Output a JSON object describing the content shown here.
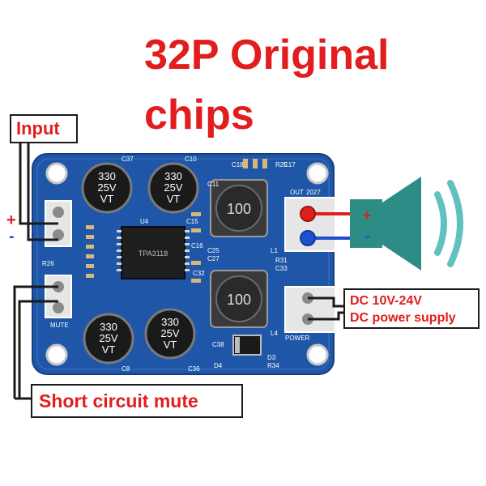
{
  "headline": {
    "line1": "32P Original",
    "line2": "chips"
  },
  "callouts": {
    "input": "Input",
    "dc_line1": "DC 10V-24V",
    "dc_line2": "DC power supply",
    "mute": "Short circuit mute"
  },
  "polarity": {
    "plus": "+",
    "minus": "-",
    "speaker_plus": "+",
    "speaker_minus": "-"
  },
  "components": {
    "cap_top_left": {
      "value": "330",
      "voltage": "25V",
      "type": "VT"
    },
    "cap_top_right": {
      "value": "330",
      "voltage": "25V",
      "type": "VT"
    },
    "cap_bottom_left": {
      "value": "330",
      "voltage": "25V",
      "type": "VT"
    },
    "cap_bottom_right": {
      "value": "330",
      "voltage": "25V",
      "type": "VT"
    },
    "inductor_top": "100",
    "inductor_bottom": "100",
    "chip_marking": "TPA3118",
    "pcb_labels": {
      "c37": "C37",
      "c10": "C10",
      "u4": "U4",
      "c15": "C15",
      "c16": "C16",
      "r25": "R25",
      "c17": "C17",
      "c18": "C18",
      "out": "OUT",
      "year": "2027",
      "r26": "R26",
      "mute": "MUTE",
      "power": "POWER",
      "c8": "C8",
      "c36": "C36",
      "d4": "D4",
      "r34": "R34",
      "d3": "D3",
      "c38": "C38",
      "c25": "C25",
      "c27": "C27",
      "c32": "C32",
      "l1": "L1",
      "l4": "L4",
      "c11": "C11",
      "r31": "R31",
      "c33": "C33"
    }
  },
  "colors": {
    "board": "#1f56a8",
    "headline": "#e11d1d",
    "speaker": "#2e8c86",
    "plus_wire": "#e11d1d",
    "minus_wire": "#1f4fd1"
  }
}
